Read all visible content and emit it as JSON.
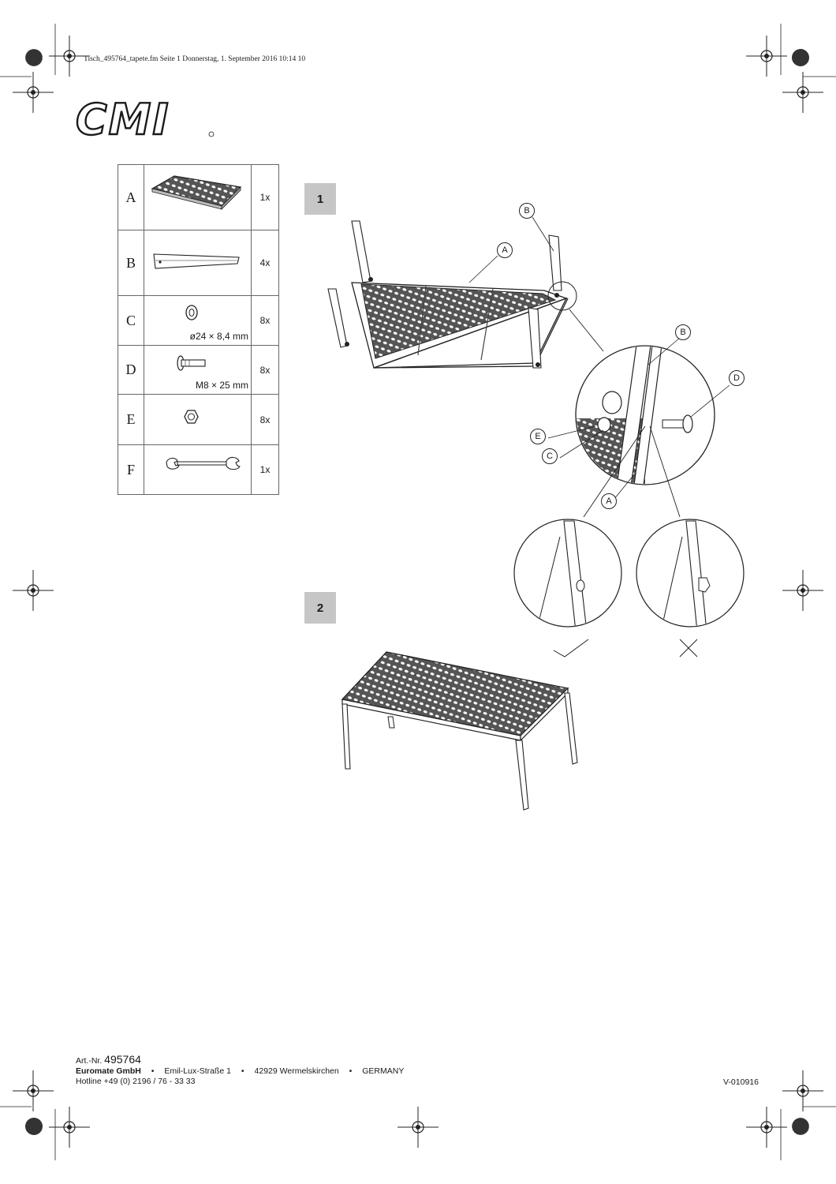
{
  "print_header": "Tisch_495764_tapete.fm  Seite 1  Donnerstag, 1. September 2016  10:14 10",
  "brand": {
    "logo_text": "CMI"
  },
  "parts": [
    {
      "letter": "A",
      "qty": "1x",
      "spec": "",
      "icon": "tabletop-icon"
    },
    {
      "letter": "B",
      "qty": "4x",
      "spec": "",
      "icon": "leg-icon"
    },
    {
      "letter": "C",
      "qty": "8x",
      "spec": "ø24 × 8,4 mm",
      "icon": "washer-icon"
    },
    {
      "letter": "D",
      "qty": "8x",
      "spec": "M8 × 25 mm",
      "icon": "bolt-icon"
    },
    {
      "letter": "E",
      "qty": "8x",
      "spec": "",
      "icon": "nut-icon"
    },
    {
      "letter": "F",
      "qty": "1x",
      "spec": "",
      "icon": "wrench-icon"
    }
  ],
  "steps": [
    {
      "number": "1"
    },
    {
      "number": "2"
    }
  ],
  "callouts": {
    "step1_a": "A",
    "step1_b": "B",
    "detail_b": "B",
    "detail_d": "D",
    "detail_e": "E",
    "detail_c": "C",
    "detail_a": "A"
  },
  "footer": {
    "art_prefix": "Art.-Nr.",
    "art_number": "495764",
    "company": "Euromate GmbH",
    "street": "Emil-Lux-Straße 1",
    "city": "42929 Wermelskirchen",
    "country": "GERMANY",
    "hotline": "Hotline +49 (0) 2196 / 76 - 33 33",
    "version": "V-010916"
  },
  "colors": {
    "ink": "#1a1a1a",
    "badge": "#c6c6c6"
  }
}
